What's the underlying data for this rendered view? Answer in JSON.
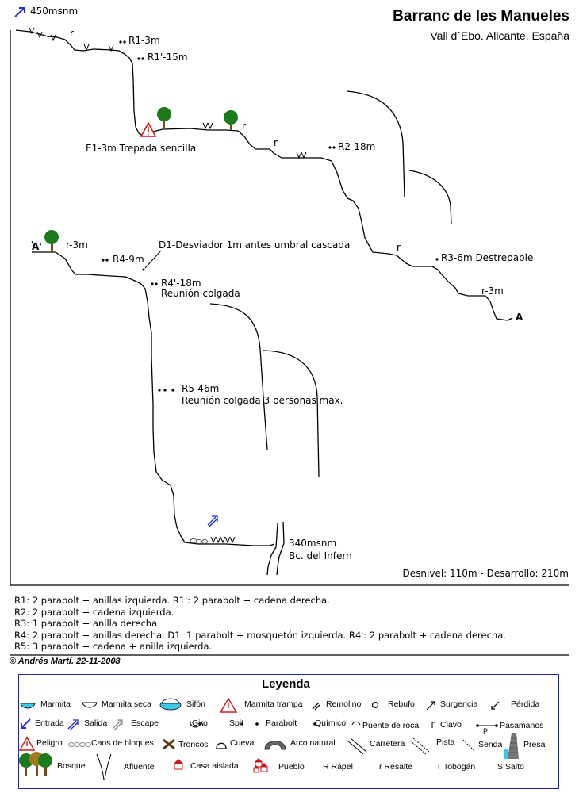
{
  "header": {
    "title": "Barranc de les Manueles",
    "subtitle": "Vall d´Ebo. Alicante. España",
    "entry_altitude": "450msnm"
  },
  "topo_labels": {
    "r_top": "r",
    "r1": "R1-3m",
    "r1b": "R1'-15m",
    "e1": "E1-3m  Trepada sencilla",
    "r_mid1": "r",
    "r_mid2": "r",
    "r2": "R2-18m",
    "r_mid3": "r",
    "r3": "R3-6m  Destrepable",
    "r_3m_right": "r-3m",
    "point_a": "A",
    "point_a_prime": "A'",
    "r_3m_left": "r-3m",
    "r4": "R4-9m",
    "d1": "D1-Desviador 1m antes umbral cascada",
    "r4b": "R4'-18m",
    "r4b_note": "Reunión colgada",
    "r5": "R5-46m",
    "r5_note": "Reunión colgada 3 personas max.",
    "exit_altitude": "340msnm",
    "exit_name": "Bc. del Infern",
    "stats": "Desnivel: 110m - Desarrollo: 210m"
  },
  "notes": [
    "R1: 2 parabolt + anillas izquierda.  R1': 2 parabolt + cadena derecha.",
    "R2: 2 parabolt + cadena izquierda.",
    "R3: 1 parabolt + anilla derecha.",
    "R4: 2 parabolt + anillas derecha.  D1: 1 parabolt + mosquetón izquierda.  R4': 2 parabolt + cadena derecha.",
    "R5: 3 parabolt + cadena + anilla izquierda."
  ],
  "copyright": "© Andrés Martí. 22-11-2008",
  "legend": {
    "title": "Leyenda",
    "items": {
      "marmita": "Marmita",
      "marmita_seca": "Marmita seca",
      "sifon": "Sifón",
      "marmita_trampa": "Marmita trampa",
      "remolino": "Remolino",
      "rebufo": "Rebufo",
      "surgencia": "Surgencia",
      "perdida": "Pérdida",
      "entrada": "Entrada",
      "salida": "Salida",
      "escape": "Escape",
      "giro": "Giro",
      "spit": "Spit",
      "parabolt": "Parabolt",
      "quimico": "Químico",
      "puente_roca": "Puente de roca",
      "clavo": "Clavo",
      "pasamanos": "Pasamanos",
      "pasamanos_p": "P",
      "peligro": "Peligro",
      "caos": "Caos de bloques",
      "troncos": "Troncos",
      "cueva": "Cueva",
      "arco": "Arco natural",
      "carretera": "Carretera",
      "pista": "Pista",
      "senda": "Senda",
      "presa": "Presa",
      "bosque": "Bosque",
      "afluente": "Afluente",
      "casa": "Casa aislada",
      "pueblo": "Pueblo",
      "rapel": "R Rápel",
      "resalte": "r Resalte",
      "tobogan": "T Tobogán",
      "salto": "S Salto"
    }
  },
  "colors": {
    "entrada_blue": "#1b2fd8",
    "legend_border": "#1e2a9c",
    "tree_green": "#1c7a1c",
    "trunk_brown": "#7a4a1a",
    "danger_red": "#d01818",
    "water_cyan": "#3cc8e8"
  }
}
